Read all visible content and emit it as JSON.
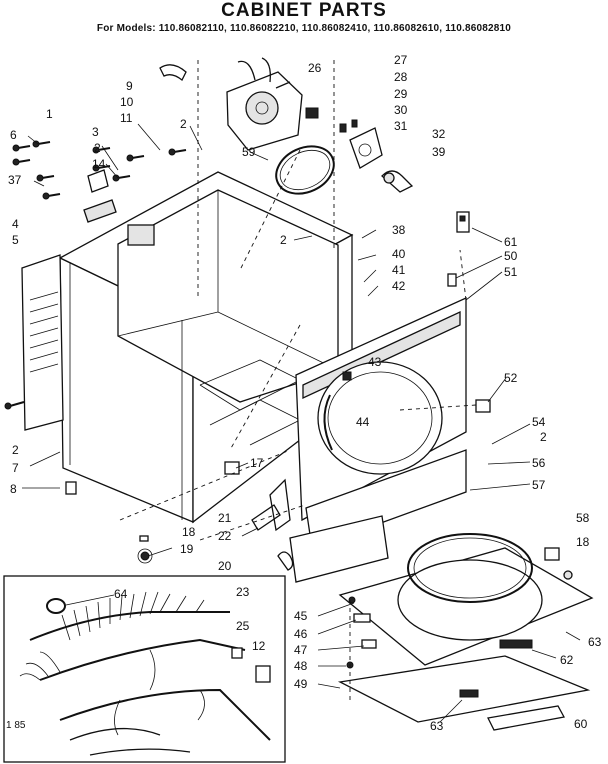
{
  "header": {
    "title": "CABINET PARTS",
    "models": "For Models: 110.86082110, 110.86082210, 110.86082410, 110.86082610, 110.86082810"
  },
  "inset": {
    "corner_code": "1 85"
  },
  "callouts": [
    {
      "id": "c6",
      "text": "6"
    },
    {
      "id": "c1",
      "text": "1"
    },
    {
      "id": "c37",
      "text": "37"
    },
    {
      "id": "c3",
      "text": "3"
    },
    {
      "id": "c2a",
      "text": "2"
    },
    {
      "id": "c14",
      "text": "14"
    },
    {
      "id": "c9",
      "text": "9"
    },
    {
      "id": "c10",
      "text": "10"
    },
    {
      "id": "c11",
      "text": "11"
    },
    {
      "id": "c2b",
      "text": "2"
    },
    {
      "id": "c26",
      "text": "26"
    },
    {
      "id": "c27",
      "text": "27"
    },
    {
      "id": "c28",
      "text": "28"
    },
    {
      "id": "c29",
      "text": "29"
    },
    {
      "id": "c30",
      "text": "30"
    },
    {
      "id": "c31",
      "text": "31"
    },
    {
      "id": "c32",
      "text": "32"
    },
    {
      "id": "c39",
      "text": "39"
    },
    {
      "id": "c59",
      "text": "59"
    },
    {
      "id": "c4",
      "text": "4"
    },
    {
      "id": "c5",
      "text": "5"
    },
    {
      "id": "c2c",
      "text": "2"
    },
    {
      "id": "c38",
      "text": "38"
    },
    {
      "id": "c40",
      "text": "40"
    },
    {
      "id": "c41",
      "text": "41"
    },
    {
      "id": "c42",
      "text": "42"
    },
    {
      "id": "c61",
      "text": "61"
    },
    {
      "id": "c50",
      "text": "50"
    },
    {
      "id": "c51",
      "text": "51"
    },
    {
      "id": "c43",
      "text": "43"
    },
    {
      "id": "c52",
      "text": "52"
    },
    {
      "id": "c44",
      "text": "44"
    },
    {
      "id": "c54",
      "text": "54"
    },
    {
      "id": "c2d",
      "text": "2"
    },
    {
      "id": "c56",
      "text": "56"
    },
    {
      "id": "c57",
      "text": "57"
    },
    {
      "id": "c2e",
      "text": "2"
    },
    {
      "id": "c7",
      "text": "7"
    },
    {
      "id": "c8",
      "text": "8"
    },
    {
      "id": "c17",
      "text": "17"
    },
    {
      "id": "c21",
      "text": "21"
    },
    {
      "id": "c18a",
      "text": "18"
    },
    {
      "id": "c22",
      "text": "22"
    },
    {
      "id": "c19",
      "text": "19"
    },
    {
      "id": "c20",
      "text": "20"
    },
    {
      "id": "c58",
      "text": "58"
    },
    {
      "id": "c18b",
      "text": "18"
    },
    {
      "id": "c64",
      "text": "64"
    },
    {
      "id": "c23",
      "text": "23"
    },
    {
      "id": "c25",
      "text": "25"
    },
    {
      "id": "c12",
      "text": "12"
    },
    {
      "id": "c45",
      "text": "45"
    },
    {
      "id": "c46",
      "text": "46"
    },
    {
      "id": "c47",
      "text": "47"
    },
    {
      "id": "c48",
      "text": "48"
    },
    {
      "id": "c49",
      "text": "49"
    },
    {
      "id": "c63a",
      "text": "63"
    },
    {
      "id": "c62",
      "text": "62"
    },
    {
      "id": "c63b",
      "text": "63"
    },
    {
      "id": "c60",
      "text": "60"
    }
  ]
}
